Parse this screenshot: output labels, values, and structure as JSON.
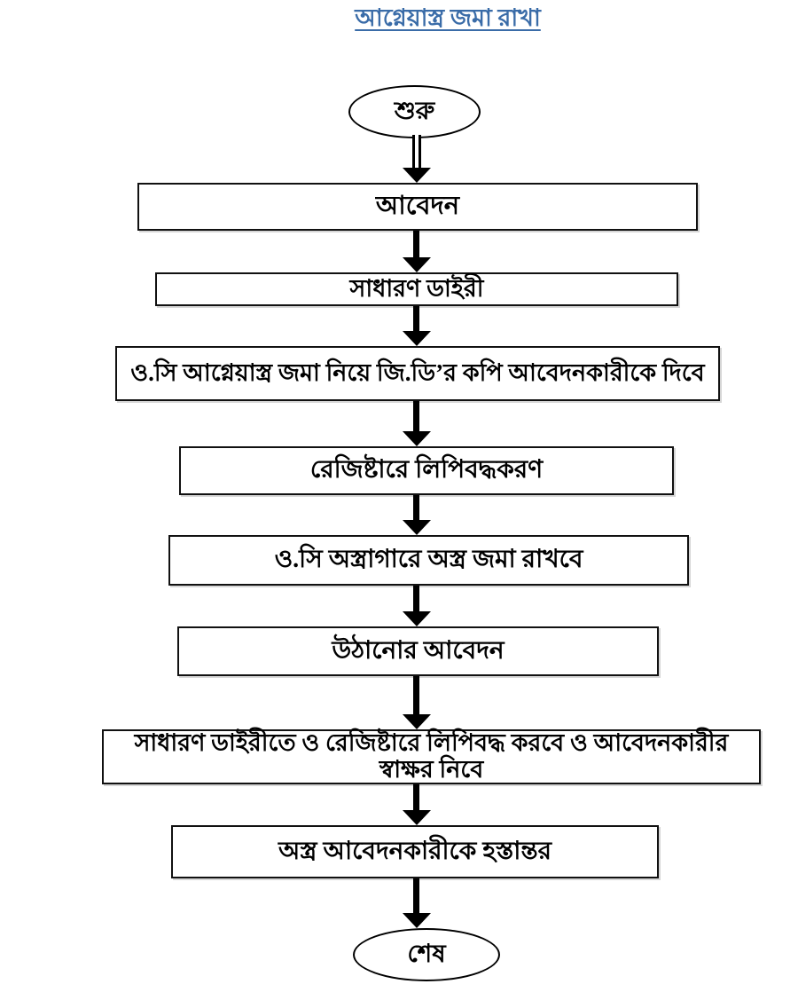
{
  "title": {
    "text": "আগ্নেয়াস্ত্র জমা রাখা"
  },
  "flowchart": {
    "start": {
      "label": "শুরু"
    },
    "steps": [
      {
        "label": "আবেদন"
      },
      {
        "label": "সাধারণ ডাইরী"
      },
      {
        "label": "ও.সি আগ্নেয়াস্ত্র জমা নিয়ে জি.ডি’র কপি আবেদনকারীকে দিবে"
      },
      {
        "label": "রেজিষ্টারে লিপিবদ্ধকরণ"
      },
      {
        "label": "ও.সি অস্ত্রাগারে অস্ত্র জমা রাখবে"
      },
      {
        "label": "উঠানোর আবেদন"
      },
      {
        "label": "সাধারণ ডাইরীতে ও রেজিষ্টারে লিপিবদ্ধ করবে ও আবেদনকারীর স্বাক্ষর নিবে"
      },
      {
        "label": "অস্ত্র আবেদনকারীকে হস্তান্তর"
      }
    ],
    "end": {
      "label": "শেষ"
    }
  },
  "colors": {
    "title": "#3a6ca8",
    "shape_border": "#000000",
    "arrow": "#000000",
    "background": "#ffffff"
  }
}
